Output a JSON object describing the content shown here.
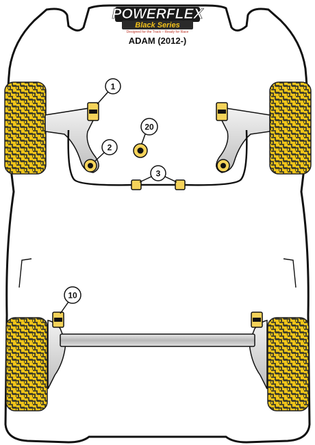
{
  "logo": {
    "brand": "POWERFLEX",
    "series": "Black Series",
    "tagline": "Designed for the Track – Ready for Race"
  },
  "model": "ADAM (2012-)",
  "callouts": [
    {
      "number": "1"
    },
    {
      "number": "2"
    },
    {
      "number": "20"
    },
    {
      "number": "3"
    },
    {
      "number": "10"
    }
  ],
  "colors": {
    "tyre": "#f0c419",
    "tyre_tread": "#3a3a2a",
    "body_outline": "#111111",
    "arm_fill": "#d8d8d8"
  }
}
